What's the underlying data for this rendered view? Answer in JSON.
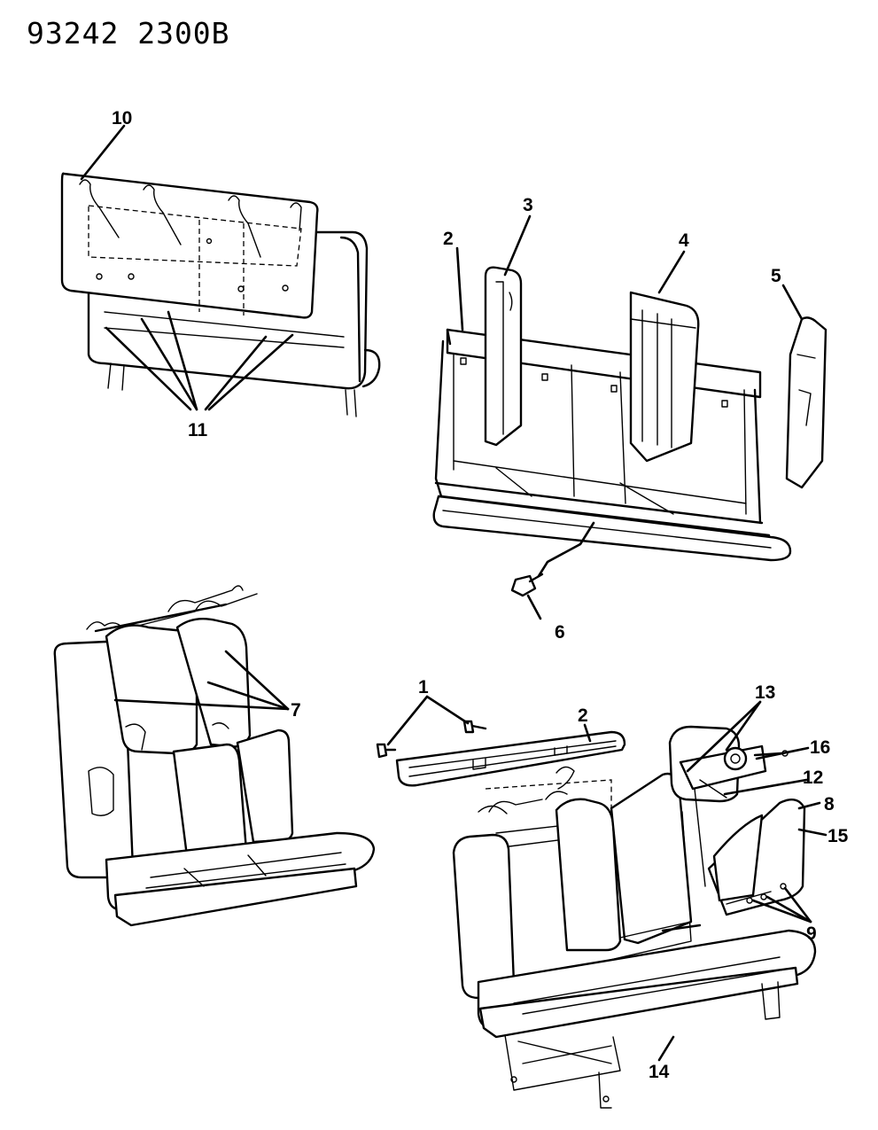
{
  "header": {
    "code": "93242 2300B"
  },
  "callouts": {
    "c1": "1",
    "c2_top": "2",
    "c2_bottom": "2",
    "c3": "3",
    "c4": "4",
    "c5": "5",
    "c6": "6",
    "c7": "7",
    "c8": "8",
    "c9": "9",
    "c10": "10",
    "c11": "11",
    "c12": "12",
    "c13": "13",
    "c14": "14",
    "c15": "15",
    "c16": "16"
  }
}
